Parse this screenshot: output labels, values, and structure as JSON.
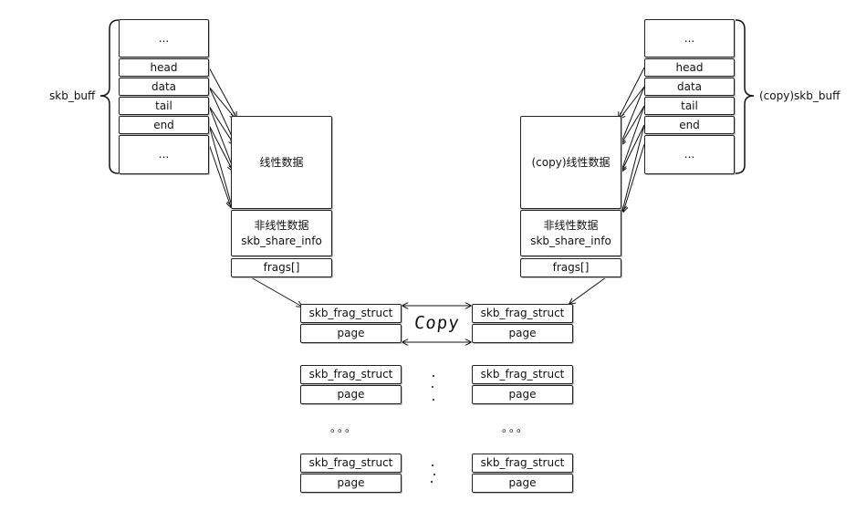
{
  "left": {
    "struct_label": "skb_buff",
    "fields": [
      "...",
      "head",
      "data",
      "tail",
      "end",
      "..."
    ],
    "linear": "线性数据",
    "nonlinear_title": "非线性数据",
    "nonlinear_sub": "skb_share_info",
    "frags": "frags[]"
  },
  "right": {
    "struct_label": "(copy)skb_buff",
    "fields": [
      "...",
      "head",
      "data",
      "tail",
      "end",
      "..."
    ],
    "linear": "(copy)线性数据",
    "nonlinear_title": "非线性数据",
    "nonlinear_sub": "skb_share_info",
    "frags": "frags[]"
  },
  "frag_struct": "skb_frag_struct",
  "frag_page": "page",
  "copy_label": "Copy",
  "ellipsis": "。。。"
}
